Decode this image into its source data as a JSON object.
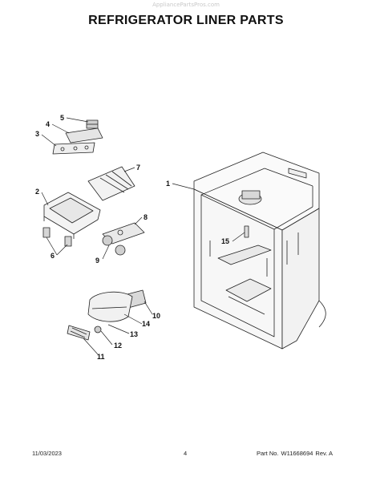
{
  "watermark": "AppliancePartsPros.com",
  "title": "REFRIGERATOR LINER PARTS",
  "callouts": [
    "1",
    "2",
    "3",
    "4",
    "5",
    "6",
    "7",
    "8",
    "9",
    "10",
    "11",
    "12",
    "13",
    "14",
    "15"
  ],
  "footer": {
    "date": "11/03/2023",
    "page": "4",
    "part_prefix": "Part No.",
    "part_number": "W11668694",
    "revision": "Rev. A"
  }
}
